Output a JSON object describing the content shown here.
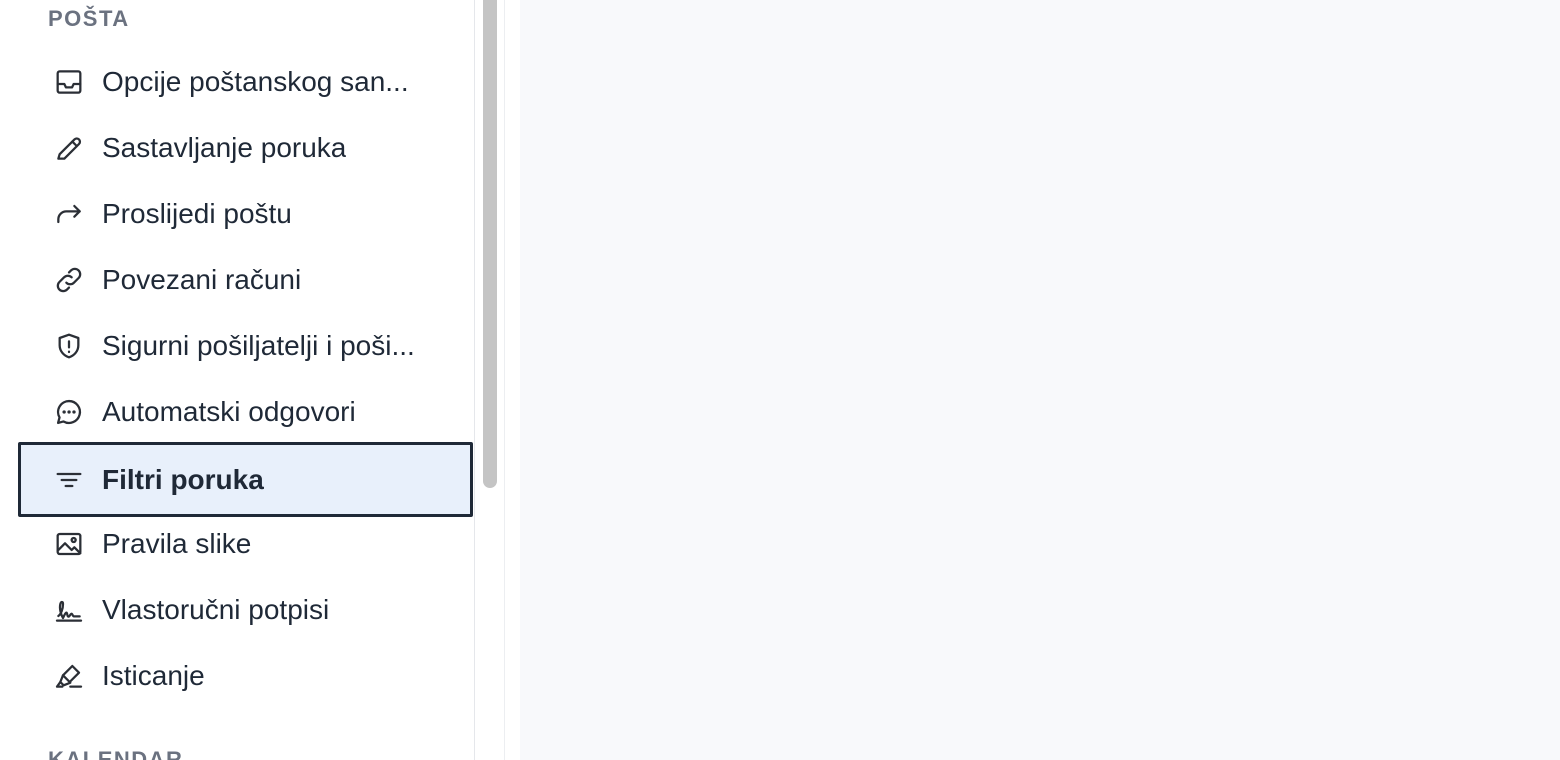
{
  "sidebar": {
    "sections": [
      {
        "heading": "POŠTA",
        "items": [
          {
            "label": "Opcije poštanskog san...",
            "icon": "inbox-icon"
          },
          {
            "label": "Sastavljanje poruka",
            "icon": "pencil-icon"
          },
          {
            "label": "Proslijedi poštu",
            "icon": "forward-arrow-icon"
          },
          {
            "label": "Povezani računi",
            "icon": "link-icon"
          },
          {
            "label": "Sigurni pošiljatelji i poši...",
            "icon": "shield-alert-icon"
          },
          {
            "label": "Automatski odgovori",
            "icon": "chat-bubble-icon"
          },
          {
            "label": "Filtri poruka",
            "icon": "filter-icon",
            "active": true
          },
          {
            "label": "Pravila slike",
            "icon": "image-icon"
          },
          {
            "label": "Vlastoručni potpisi",
            "icon": "signature-icon"
          },
          {
            "label": "Isticanje",
            "icon": "highlighter-icon"
          }
        ]
      },
      {
        "heading": "KALENDAR",
        "items": []
      }
    ]
  },
  "colors": {
    "active_background": "#e8f0fb",
    "active_border": "#1f2937",
    "heading_color": "#6b7280",
    "content_background": "#f8f9fb",
    "scrollbar_thumb": "#c4c4c4"
  }
}
